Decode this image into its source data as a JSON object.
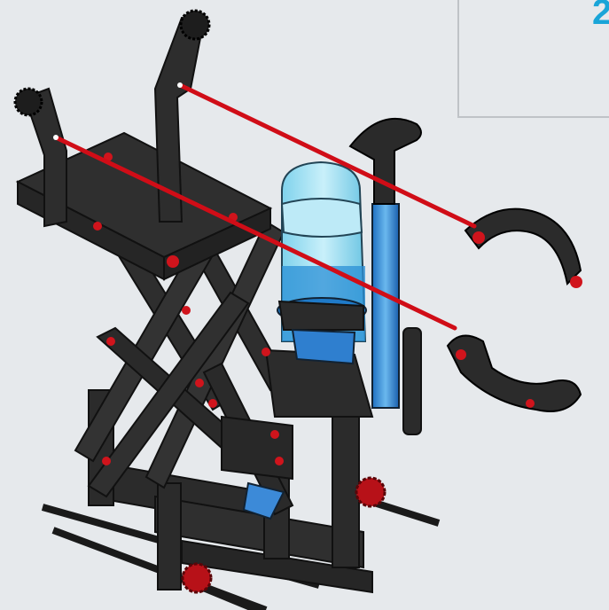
{
  "step": {
    "number": "2"
  },
  "colors": {
    "background": "#e6e9ec",
    "frame": "#2a2a2a",
    "frame_edge": "#111111",
    "pin": "#d0141c",
    "gear": "#c0141a",
    "guide_line": "#d00d17",
    "bottle": "#9fdcef",
    "water": "#2a8fd6",
    "accent": "#19a5d8",
    "box_border": "#bfc3c7"
  },
  "parts": {
    "left_handle": "curved-handle",
    "right_handle": "curved-handle",
    "attachments": 2
  }
}
